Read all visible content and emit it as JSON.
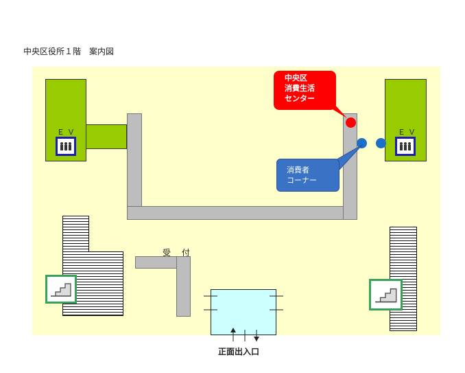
{
  "title": "中央区役所１階　案内図",
  "elevators": {
    "left_label": "ＥＶ",
    "right_label": "ＥＶ"
  },
  "callouts": {
    "center": {
      "line1": "中央区",
      "line2": "消費生活",
      "line3": "センター"
    },
    "consumer_corner": {
      "line1": "消費者",
      "line2": "コーナー"
    }
  },
  "reception_label": "受 付",
  "entrance_label": "正面出入口",
  "colors": {
    "floor": "#ffffcc",
    "elevator": "#99cc00",
    "corridor": "#bdbdbd",
    "center_marker": "#ff0000",
    "consumer_marker": "#1e6fc7",
    "entrance_hall": "#ccffff",
    "stair_icon_border": "#3aa15a",
    "elevator_icon_border": "#1c1cb4"
  },
  "icons": {
    "elevator": "elevator-icon",
    "stairs": "stairs-icon",
    "arrow_in": "arrow-up-icon",
    "arrow_out": "arrow-down-icon"
  }
}
